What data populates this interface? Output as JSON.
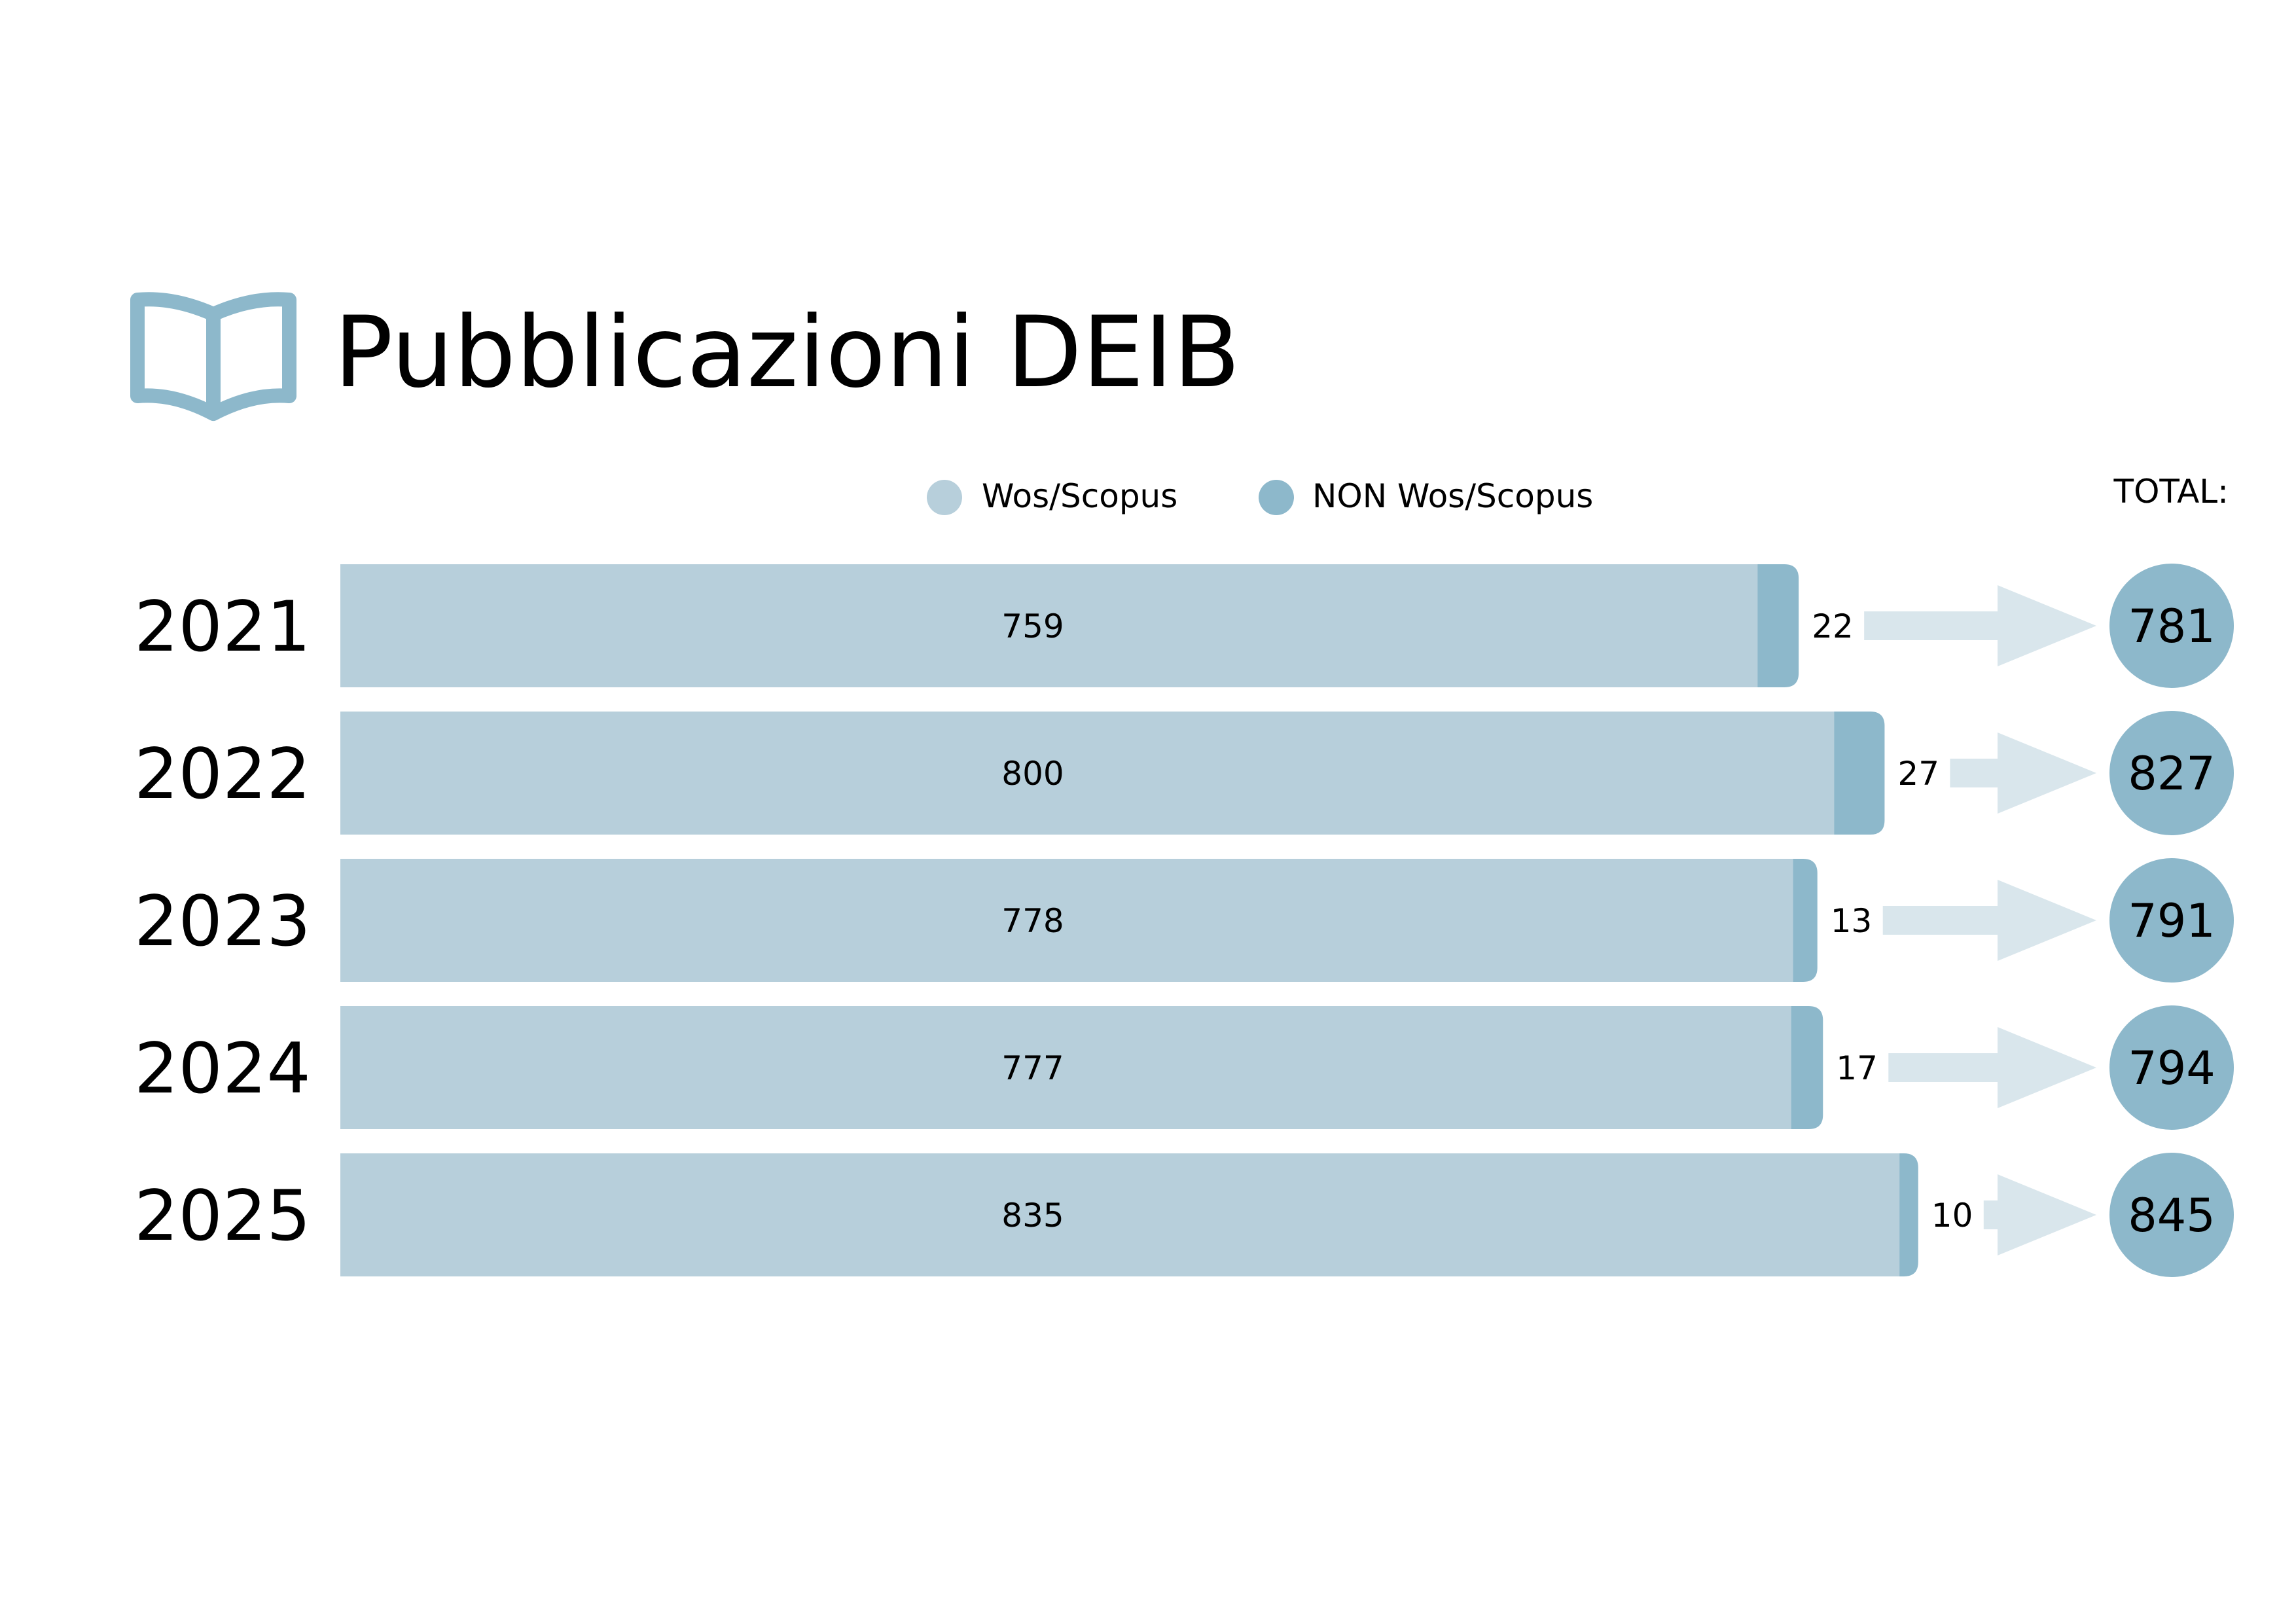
{
  "title": "Pubblicazioni DEIB",
  "icon": "open-book-icon",
  "total_label": "TOTAL:",
  "colors": {
    "wos": "#b7cfdb",
    "non_wos": "#8db8cb",
    "arrow": "#d9e6ec",
    "text": "#000000"
  },
  "chart_data": {
    "type": "bar",
    "orientation": "horizontal",
    "stacked": true,
    "categories": [
      "2021",
      "2022",
      "2023",
      "2024",
      "2025"
    ],
    "series": [
      {
        "name": "Wos/Scopus",
        "values": [
          759,
          800,
          778,
          777,
          835
        ]
      },
      {
        "name": "NON Wos/Scopus",
        "values": [
          22,
          27,
          13,
          17,
          10
        ]
      }
    ],
    "totals": [
      781,
      827,
      791,
      794,
      845
    ],
    "title": "Pubblicazioni DEIB",
    "legend_position": "top",
    "grid": false
  }
}
